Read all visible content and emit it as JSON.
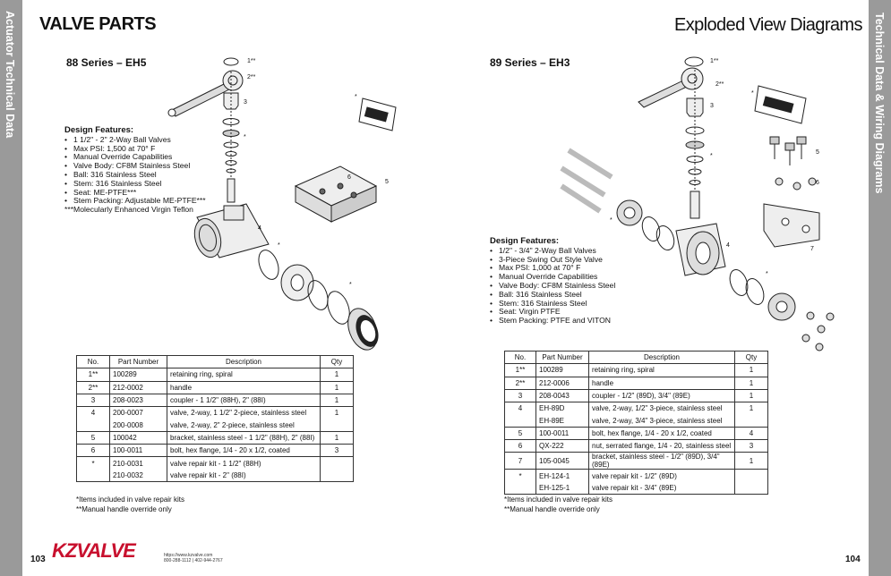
{
  "left_side_tab": "Actuator Technical Data",
  "right_side_tab": "Technical Data & Wiring Diagrams",
  "left_title": "VALVE PARTS",
  "right_title": "Exploded View Diagrams",
  "left": {
    "series": "88 Series – EH5",
    "features_header": "Design Features:",
    "features": [
      "1 1/2\" - 2\"  2-Way Ball Valves",
      "Max PSI: 1,500 at 70° F",
      "Manual Override Capabilities",
      "Valve Body: CF8M Stainless Steel",
      "Ball: 316 Stainless Steel",
      "Stem: 316 Stainless Steel",
      "Seat: ME-PTFE***",
      "Stem Packing: Adjustable ME-PTFE***"
    ],
    "features_note": "***Molecularly Enhanced Virgin Teflon",
    "callouts": [
      "1**",
      "2**",
      "3",
      "4",
      "5",
      "6",
      "*"
    ],
    "table_headers": [
      "No.",
      "Part Number",
      "Description",
      "Qty"
    ],
    "rows": [
      [
        "1**",
        "100289",
        "retaining ring, spiral",
        "1"
      ],
      [
        "2**",
        "212-0002",
        "handle",
        "1"
      ],
      [
        "3",
        "208-0023",
        "coupler - 1 1/2\" (88H), 2\" (88I)",
        "1"
      ],
      [
        "4",
        "200-0007",
        "valve, 2-way, 1 1/2\" 2-piece, stainless steel",
        "1"
      ],
      [
        "",
        "200-0008",
        "valve, 2-way, 2\" 2-piece, stainless steel",
        ""
      ],
      [
        "5",
        "100042",
        "bracket, stainless steel - 1 1/2\" (88H), 2\" (88I)",
        "1"
      ],
      [
        "6",
        "100-0011",
        "bolt, hex flange, 1/4 - 20 x 1/2, coated",
        "3"
      ],
      [
        "*",
        "210-0031",
        "valve repair kit - 1 1/2\" (88H)",
        ""
      ],
      [
        "",
        "210-0032",
        "valve repair kit - 2\" (88I)",
        ""
      ]
    ],
    "notes": [
      "*Items included in valve repair kits",
      "**Manual handle override only"
    ],
    "page_number": "103"
  },
  "right": {
    "series": "89 Series – EH3",
    "features_header": "Design Features:",
    "features": [
      "1/2\" - 3/4\"  2-Way Ball Valves",
      "3-Piece Swing Out Style Valve",
      "Max PSI: 1,000 at 70° F",
      "Manual Override Capabilities",
      "Valve Body: CF8M Stainless Steel",
      "Ball: 316 Stainless Steel",
      "Stem: 316 Stainless Steel",
      "Seat: Virgin PTFE",
      "Stem Packing: PTFE and VITON"
    ],
    "callouts": [
      "1**",
      "2**",
      "3",
      "4",
      "5",
      "6",
      "7",
      "*"
    ],
    "table_headers": [
      "No.",
      "Part Number",
      "Description",
      "Qty"
    ],
    "rows": [
      [
        "1**",
        "100289",
        "retaining ring, spiral",
        "1"
      ],
      [
        "2**",
        "212-0006",
        "handle",
        "1"
      ],
      [
        "3",
        "208-0043",
        "coupler - 1/2\" (89D), 3/4\" (89E)",
        "1"
      ],
      [
        "4",
        "EH-89D",
        "valve, 2-way, 1/2\" 3-piece, stainless steel",
        "1"
      ],
      [
        "",
        "EH-89E",
        "valve, 2-way, 3/4\" 3-piece, stainless steel",
        ""
      ],
      [
        "5",
        "100-0011",
        "bolt, hex flange, 1/4 - 20 x 1/2, coated",
        "4"
      ],
      [
        "6",
        "QX-222",
        "nut, serrated flange, 1/4 - 20, stainless steel",
        "3"
      ],
      [
        "7",
        "105-0045",
        "bracket, stainless steel - 1/2\" (89D), 3/4\" (89E)",
        "1"
      ],
      [
        "*",
        "EH-124-1",
        "valve repair kit - 1/2\" (89D)",
        ""
      ],
      [
        "",
        "EH-125-1",
        "valve repair kit - 3/4\" (89E)",
        ""
      ]
    ],
    "notes": [
      "*Items included in valve repair kits",
      "**Manual handle override only"
    ],
    "page_number": "104"
  },
  "footer": {
    "logo_text": "KZVALVE",
    "website": "https://www.kzvalve.com",
    "phone": "800-288-1112 | 402-944-2767"
  },
  "colors": {
    "side_tab": "#9a9a9a",
    "logo_red": "#c8102e"
  }
}
